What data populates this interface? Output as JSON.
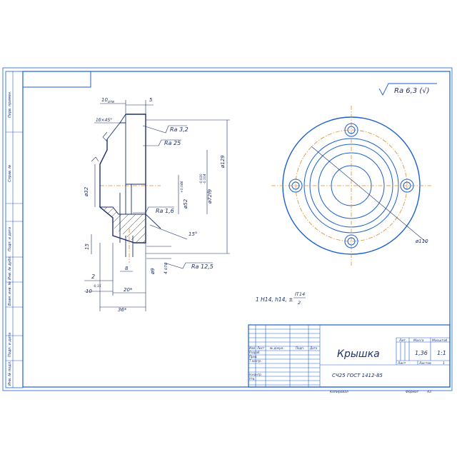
{
  "drawing": {
    "surface_finish_general": "Ra 6,3 (√)",
    "tolerance_note": "1 H14, h14, ±",
    "tolerance_fraction": {
      "numerator": "IT14",
      "denominator": "2"
    },
    "section_dims": {
      "d10_top": "10",
      "d10_top_sub": "отв",
      "d5": "5",
      "chamfer": "1б×45°",
      "ra32": "Ra 3,2",
      "ra25": "Ra 25",
      "ra16": "Ra 1,6",
      "ra125": "Ra 12,5",
      "phi32": "ø32",
      "phi52": "ø52",
      "phi52_tol": "+0,046",
      "phi72": "ø72f9",
      "phi72_tol1": "-0,030",
      "phi72_tol2": "-0,104",
      "phi29": "ø129",
      "angle15": "15°",
      "d15": "15",
      "d9": "ø9",
      "holes": "4 отв",
      "d2": "2",
      "d8": "8",
      "d10_bot": "10",
      "d10_bot_tol": "-0,15",
      "d20": "20*",
      "d36": "36*"
    },
    "plan_dims": {
      "phi110": "ø110"
    }
  },
  "title_block": {
    "part_name": "Крышка",
    "material": "СЧ25 ГОСТ 1412-85",
    "mass": "1,36",
    "scale": "1:1",
    "col_lit": "Лит.",
    "col_mass": "Масса",
    "col_scale": "Масштаб",
    "sheet": "Лист",
    "sheets": "Листов",
    "sheets_count": "1",
    "rows": [
      "Изм",
      "Лист",
      "№ докум.",
      "Подп.",
      "Дата"
    ],
    "roles": [
      "Разраб.",
      "Пров.",
      "Т.контр.",
      "",
      "Н.контр.",
      "Утв."
    ],
    "copied": "Копировал",
    "format": "Формат",
    "format_value": "А3"
  },
  "side_stamps": [
    "Перв. примен.",
    "Справ. №",
    "Подп. и дата",
    "Инв. № дубл.",
    "Взам. инв. №",
    "Подп. и дата",
    "Инв. № подл."
  ]
}
